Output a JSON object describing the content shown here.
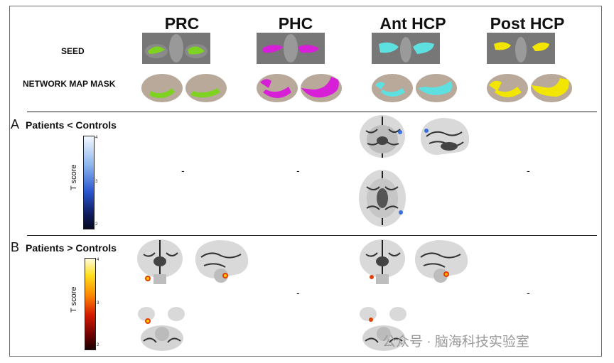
{
  "columns": [
    "PRC",
    "PHC",
    "Ant HCP",
    "Post HCP"
  ],
  "row_labels": {
    "seed": "SEED",
    "network": "NETWORK MAP MASK"
  },
  "colors": {
    "prc": "#7ed321",
    "phc": "#d81fd8",
    "ant_hcp": "#5fe0e0",
    "post_hcp": "#f2e600"
  },
  "panel_a": {
    "letter": "A",
    "title": "Patients < Controls",
    "colorbar": {
      "label": "T score",
      "max": "4",
      "mid": "3",
      "min": "2"
    },
    "empty_marks": [
      "-",
      "-",
      "-"
    ]
  },
  "panel_b": {
    "letter": "B",
    "title": "Patients > Controls",
    "colorbar": {
      "label": "T score",
      "max": "4",
      "mid": "3",
      "min": "2"
    },
    "empty_marks": [
      "-",
      "-"
    ]
  },
  "watermark": "公众号 · 脑海科技实验室"
}
